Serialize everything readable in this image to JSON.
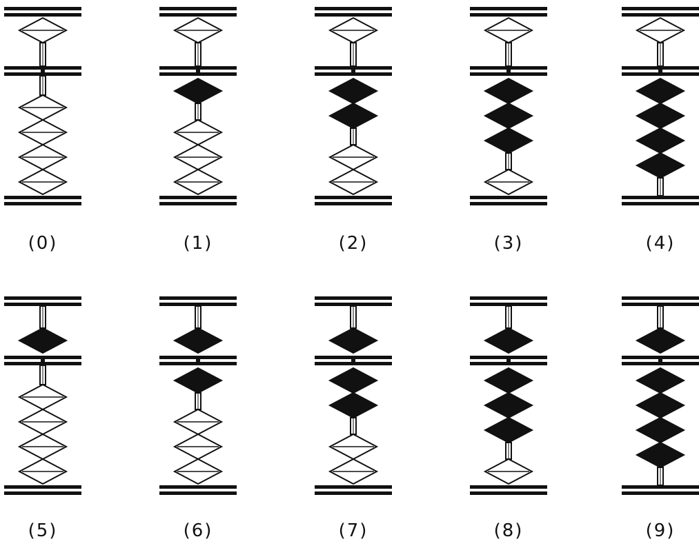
{
  "diagram": {
    "colors": {
      "ink": "#111111",
      "bead_active": "#111111",
      "bead_inactive": "#ffffff",
      "background": "#ffffff"
    },
    "figures": [
      {
        "label": "(0)",
        "upper_bead_active": false,
        "lower_beads_active": 0
      },
      {
        "label": "(1)",
        "upper_bead_active": false,
        "lower_beads_active": 1
      },
      {
        "label": "(2)",
        "upper_bead_active": false,
        "lower_beads_active": 2
      },
      {
        "label": "(3)",
        "upper_bead_active": false,
        "lower_beads_active": 3
      },
      {
        "label": "(4)",
        "upper_bead_active": false,
        "lower_beads_active": 4
      },
      {
        "label": "(5)",
        "upper_bead_active": true,
        "lower_beads_active": 0
      },
      {
        "label": "(6)",
        "upper_bead_active": true,
        "lower_beads_active": 1
      },
      {
        "label": "(7)",
        "upper_bead_active": true,
        "lower_beads_active": 2
      },
      {
        "label": "(8)",
        "upper_bead_active": true,
        "lower_beads_active": 3
      },
      {
        "label": "(9)",
        "upper_bead_active": true,
        "lower_beads_active": 4
      }
    ]
  }
}
